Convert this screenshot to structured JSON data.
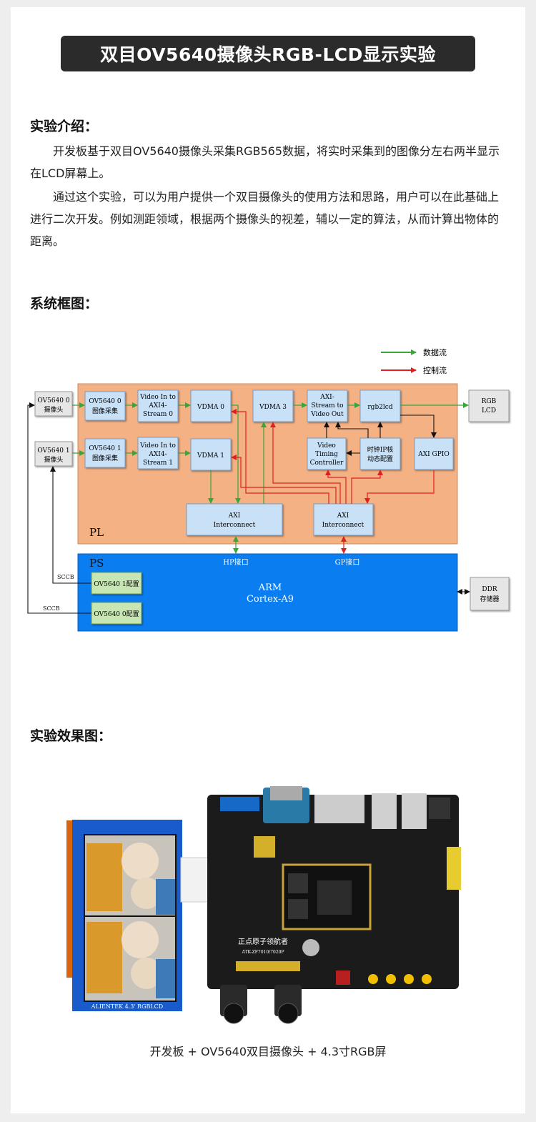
{
  "title": "双目OV5640摄像头RGB-LCD显示实验",
  "intro": {
    "heading": "实验介绍：",
    "para1": "开发板基于双目OV5640摄像头采集RGB565数据，将实时采集到的图像分左右两半显示在LCD屏幕上。",
    "para2": "通过这个实验，可以为用户提供一个双目摄像头的使用方法和思路，用户可以在此基础上进行二次开发。例如测距领域，根据两个摄像头的视差，辅以一定的算法，从而计算出物体的距离。"
  },
  "system": {
    "heading": "系统框图：",
    "legend": {
      "data": "数据流",
      "control": "控制流"
    },
    "colors": {
      "pl": "#f4b183",
      "ps": "#0a7df0",
      "block": "#c9e1f7",
      "green_block": "#c7e6b4",
      "gray": "#e6e6e6",
      "data_arrow": "#3aa53a",
      "control_arrow": "#e02020"
    },
    "blocks": {
      "cam0": [
        "OV5640 0",
        "摄像头"
      ],
      "cam1": [
        "OV5640 1",
        "摄像头"
      ],
      "cap0": [
        "OV5640 0",
        "图像采集"
      ],
      "cap1": [
        "OV5640 1",
        "图像采集"
      ],
      "vin0": [
        "Video In to",
        "AXI4-",
        "Stream 0"
      ],
      "vin1": [
        "Video In to",
        "AXI4-",
        "Stream 1"
      ],
      "vdma0": "VDMA 0",
      "vdma1": "VDMA 1",
      "vdma3": "VDMA 3",
      "axi2vo": [
        "AXI-",
        "Stream to",
        "Video Out"
      ],
      "rgb2lcd": "rgb2lcd",
      "rgblcd": [
        "RGB",
        "LCD"
      ],
      "vtc": [
        "Video",
        "Timing",
        "Controller"
      ],
      "clkcfg": [
        "时钟IP核",
        "动态配置"
      ],
      "gpio": "AXI GPIO",
      "axi_ic1": [
        "AXI",
        "Interconnect"
      ],
      "axi_ic2": [
        "AXI",
        "Interconnect"
      ],
      "pl": "PL",
      "ps": "PS",
      "arm": [
        "ARM",
        "Cortex-A9"
      ],
      "cfg1": "OV5640 1配置",
      "cfg0": "OV5640 0配置",
      "ddr": [
        "DDR",
        "存储器"
      ],
      "hp": "HP接口",
      "gp": "GP接口",
      "sccb1": "SCCB",
      "sccb0": "SCCB"
    }
  },
  "result": {
    "heading": "实验效果图：",
    "lcd_label": "ALIENTEK  4.3' RGBLCD",
    "board_label": "正点原子领航者",
    "board_model": "ATK-ZF7010/7020P",
    "caption": "开发板 + OV5640双目摄像头 + 4.3寸RGB屏"
  }
}
